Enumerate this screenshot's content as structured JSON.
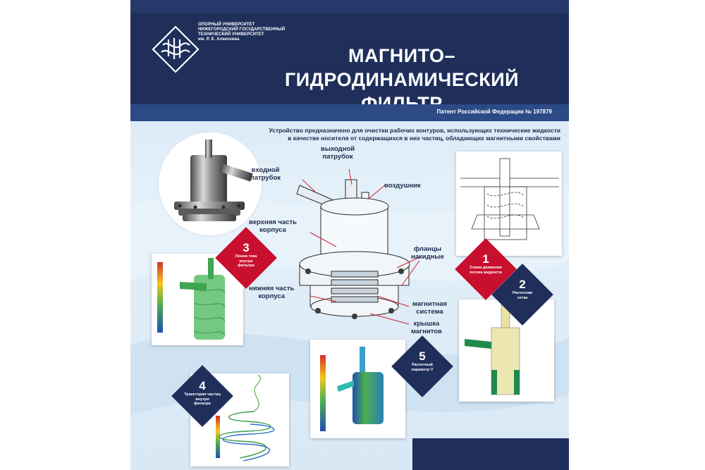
{
  "university": {
    "line1": "ОПОРНЫЙ УНИВЕРСИТЕТ",
    "line2": "НИЖЕГОРОДСКИЙ ГОСУДАРСТВЕННЫЙ",
    "line3": "ТЕХНИЧЕСКИЙ УНИВЕРСИТЕТ",
    "line4": "им. Р. Е. Алексеева"
  },
  "title": {
    "line1": "МАГНИТО–ГИДРОДИНАМИЧЕСКИЙ",
    "line2": "ФИЛЬТР"
  },
  "patent": "Патент Российской Федерации № 197879",
  "description": {
    "line1": "Устройство предназначено для очистки рабочих контуров, использующих технические жидкости",
    "line2": "в качестве носителя от содержащихся в них частиц, обладающих магнитными свойствами"
  },
  "labels": {
    "inlet": "входной\nпатрубок",
    "outlet": "выходной\nпатрубок",
    "vent": "воздушник",
    "upper_body": "верхняя часть\nкорпуса",
    "flanges": "фланцы\nнакидные",
    "lower_body": "нижняя часть\nкорпуса",
    "magnetic_system": "магнитная\nсистема",
    "magnet_cover": "крышка\nмагнитов"
  },
  "badges": [
    {
      "number": "1",
      "text": "Схема движения\nпотока жидкости",
      "color": "#c8102e"
    },
    {
      "number": "2",
      "text": "Расчетная\nсетка",
      "color": "#1f2f5a"
    },
    {
      "number": "3",
      "text": "Линии тока\nвнутри\nфильтра",
      "color": "#c8102e"
    },
    {
      "number": "4",
      "text": "Траектория частиц\nвнутри\nфильтра",
      "color": "#1f2f5a"
    },
    {
      "number": "5",
      "text": "Расчетный\nпараметр Y",
      "color": "#1f2f5a"
    }
  ],
  "colors": {
    "navy": "#1f2f5a",
    "blue": "#2c4a86",
    "red": "#c8102e"
  }
}
